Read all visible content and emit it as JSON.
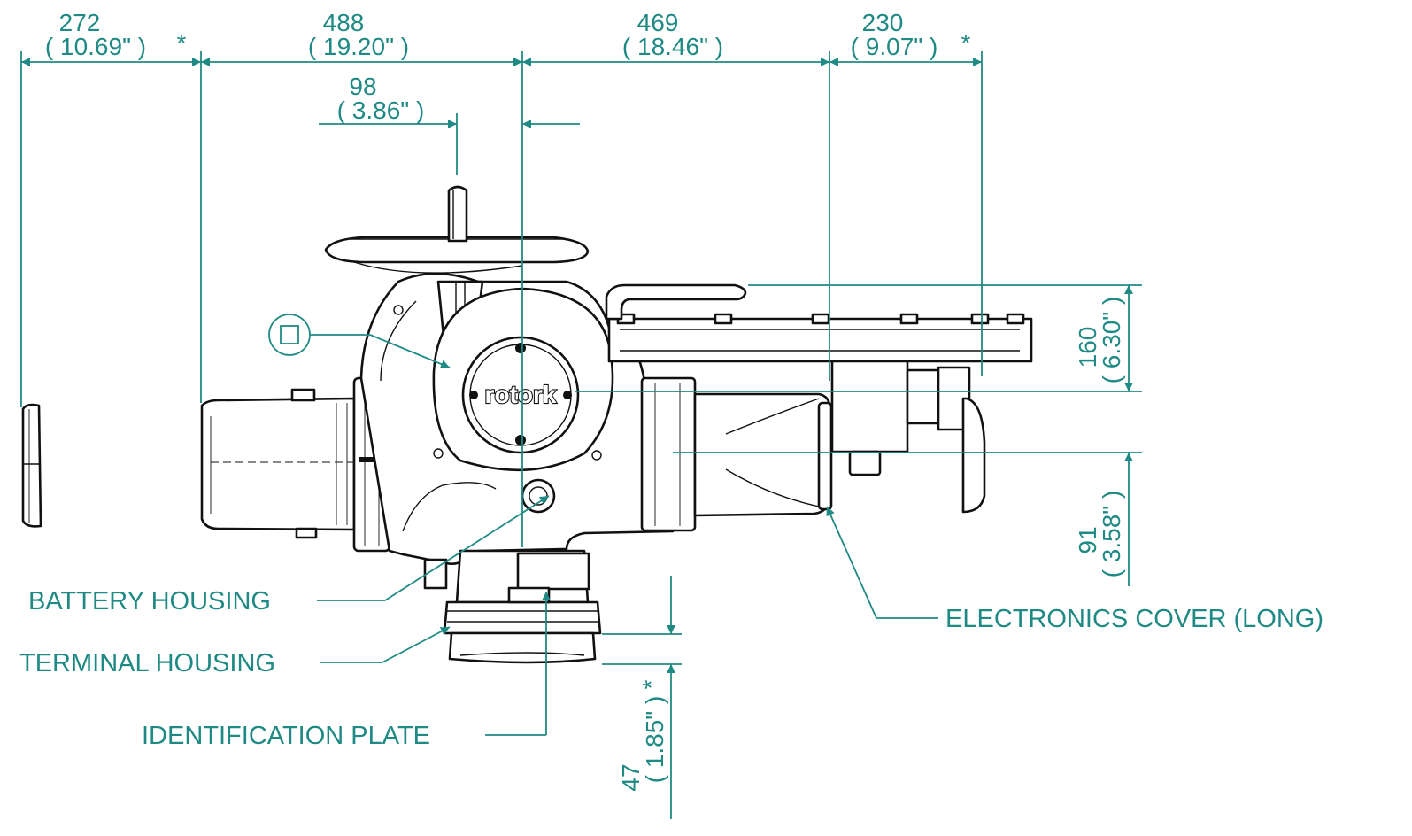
{
  "dimensions": {
    "d272": {
      "mm": "272",
      "inch": "( 10.69\" )",
      "star": "*"
    },
    "d488": {
      "mm": "488",
      "inch": "( 19.20\" )"
    },
    "d469": {
      "mm": "469",
      "inch": "( 18.46\" )"
    },
    "d230": {
      "mm": "230",
      "inch": "( 9.07\" )",
      "star": "*"
    },
    "d98": {
      "mm": "98",
      "inch": "( 3.86\" )"
    },
    "d160": {
      "mm": "160",
      "inch": "( 6.30\" )"
    },
    "d91": {
      "mm": "91",
      "inch": "( 3.58\" )"
    },
    "d47": {
      "mm": "47",
      "inch": "( 1.85\" )",
      "star": "*"
    }
  },
  "labels": {
    "battery_housing": "BATTERY HOUSING",
    "terminal_housing": "TERMINAL HOUSING",
    "identification_plate": "IDENTIFICATION PLATE",
    "electronics_cover": "ELECTRONICS COVER (LONG)"
  },
  "logo": "rotork",
  "colors": {
    "annotation": "#1f8a84",
    "line_art": "#111111",
    "background": "#ffffff"
  }
}
